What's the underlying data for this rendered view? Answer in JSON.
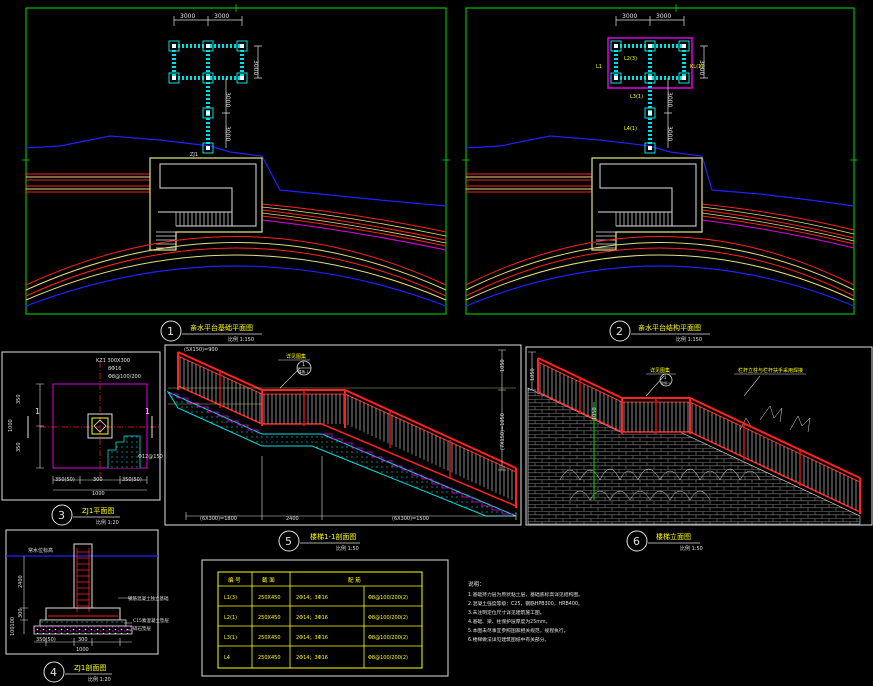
{
  "colors": {
    "background": "#000000",
    "frame": "#00e000",
    "column": "#00e0e0",
    "beam_highlight": "#e000e0",
    "label": "#ffff00",
    "shoreline": "#2020ff",
    "edge": "#ff2020",
    "path": "#e0e080",
    "railing": "#e0e0e0"
  },
  "view1": {
    "number": "1",
    "title": "亲水平台基础平面图",
    "scale": "比例  1:150",
    "dim_top_left": "3000",
    "dim_top_right": "3000",
    "dim_right": "3000",
    "dim_stem_1": "3000",
    "dim_stem_2": "3000",
    "col_tag": "ZJ1"
  },
  "view2": {
    "number": "2",
    "title": "亲水平台结构平面图",
    "scale": "比例  1:150",
    "dim_top_left": "3000",
    "dim_top_right": "3000",
    "dim_right": "3000",
    "dim_stem_1": "3000",
    "dim_stem_2": "3000",
    "tag_l1": "L1",
    "tag_l2": "L2(3)",
    "tag_l3": "L3(1)",
    "tag_l4": "L4(1)",
    "tag_kl": "KL(1)"
  },
  "view3": {
    "number": "3",
    "title": "ZJ1平面图",
    "scale": "比例  1:20",
    "note1": "KZ1  300X300",
    "note2": "8Φ16",
    "note3": "Φ8@100/200",
    "note4": "Φ12@150",
    "dim_left_1": "350",
    "dim_left_2": "350",
    "dim_left_total": "1000",
    "dim_bottom_1": "350(50)",
    "dim_bottom_2": "300",
    "dim_bottom_3": "350(50)",
    "dim_bottom_total": "1000",
    "section_mark": "1"
  },
  "view4": {
    "number": "4",
    "title": "ZJ1剖面图",
    "scale": "比例  1:20",
    "water_label": "常水位标高",
    "note_a": "钢筋混凝土独立基础",
    "note_b": "C15素混凝土垫层",
    "note_c": "碎石垫层",
    "dim_v1": "2400",
    "dim_v2": "300",
    "dim_v3": "100100",
    "dim_h1": "350(50)",
    "dim_h2": "300",
    "dim_h3": "1000"
  },
  "view5": {
    "number": "5",
    "title": "楼梯1-1剖面图",
    "scale": "比例  1:50",
    "detail_tag": "详见图集",
    "detail_num": "1",
    "detail_sub": "建施-1",
    "dim_rise": "(5X150)=900",
    "dim_right": "1050",
    "dim_total_rise": "(7X150)=1050",
    "dim_b1": "(6X300)=1800",
    "dim_b2": "2400",
    "dim_b3": "(6X300)=1500"
  },
  "view6": {
    "number": "6",
    "title": "楼梯立面图",
    "scale": "比例  1:50",
    "detail_tag": "详见图集",
    "detail_num": "1",
    "detail_sub": "建施-1",
    "note": "栏杆立柱与栏杆扶手采用焊接",
    "dim_right": "1050",
    "dim_mid": "1050"
  },
  "schedule": {
    "headers": [
      "编 号",
      "截 面",
      "配 筋",
      ""
    ],
    "rows": [
      [
        "L1(3)",
        "250X450",
        "2Φ14；3Φ16",
        "Φ8@100/200(2)"
      ],
      [
        "L2(1)",
        "250X450",
        "2Φ14；3Φ16",
        "Φ8@100/200(2)"
      ],
      [
        "L3(1)",
        "250X450",
        "2Φ14；3Φ16",
        "Φ8@100/200(2)"
      ],
      [
        "L4",
        "250X450",
        "2Φ14；3Φ16",
        "Φ8@100/200(2)"
      ]
    ]
  },
  "notes": {
    "heading": "说明：",
    "lines": [
      "1.基础持力层为原状粘土层，基础底标高详见结构图。",
      "2.混凝土强度等级：C25，钢筋HPB300，HRB400。",
      "3.未注明定位尺寸详见建筑施工图。",
      "4.基础、梁、柱保护层厚度为25mm。",
      "5.本图未尽事宜参照国家相关规范，规程执行。",
      "6.楼梯做法详见建筑图纸中有关部分。"
    ]
  }
}
